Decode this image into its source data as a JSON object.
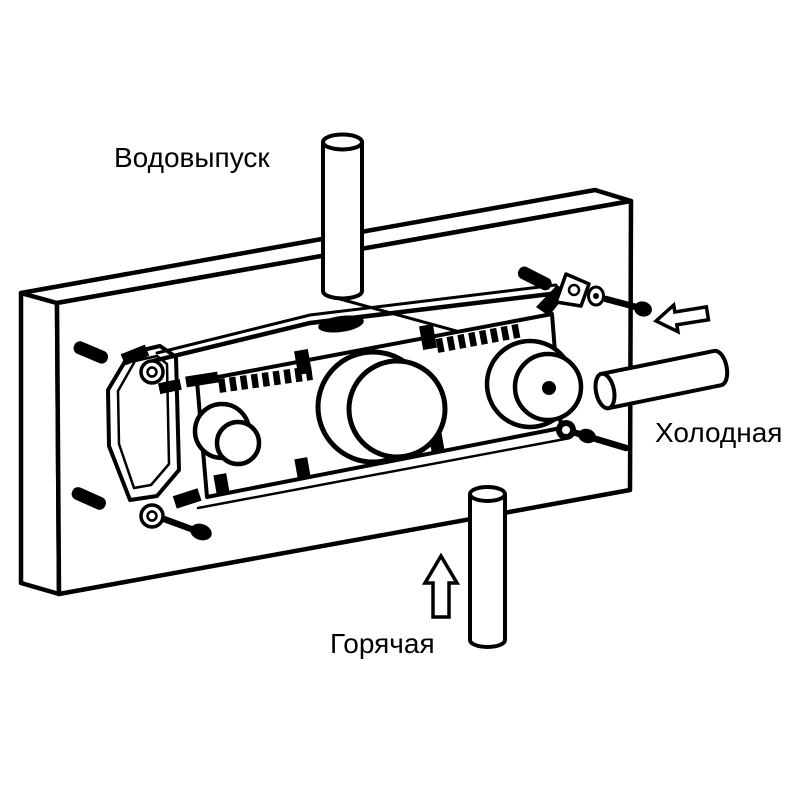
{
  "diagram": {
    "type": "plumbing-installation-diagram",
    "background_color": "#ffffff",
    "line_color": "#000000",
    "labels": {
      "outlet": "Водовыпуск",
      "cold": "Холодная",
      "hot": "Горячая"
    },
    "icons": {
      "cold_direction": "arrow-left-icon",
      "hot_direction": "arrow-up-icon"
    }
  }
}
